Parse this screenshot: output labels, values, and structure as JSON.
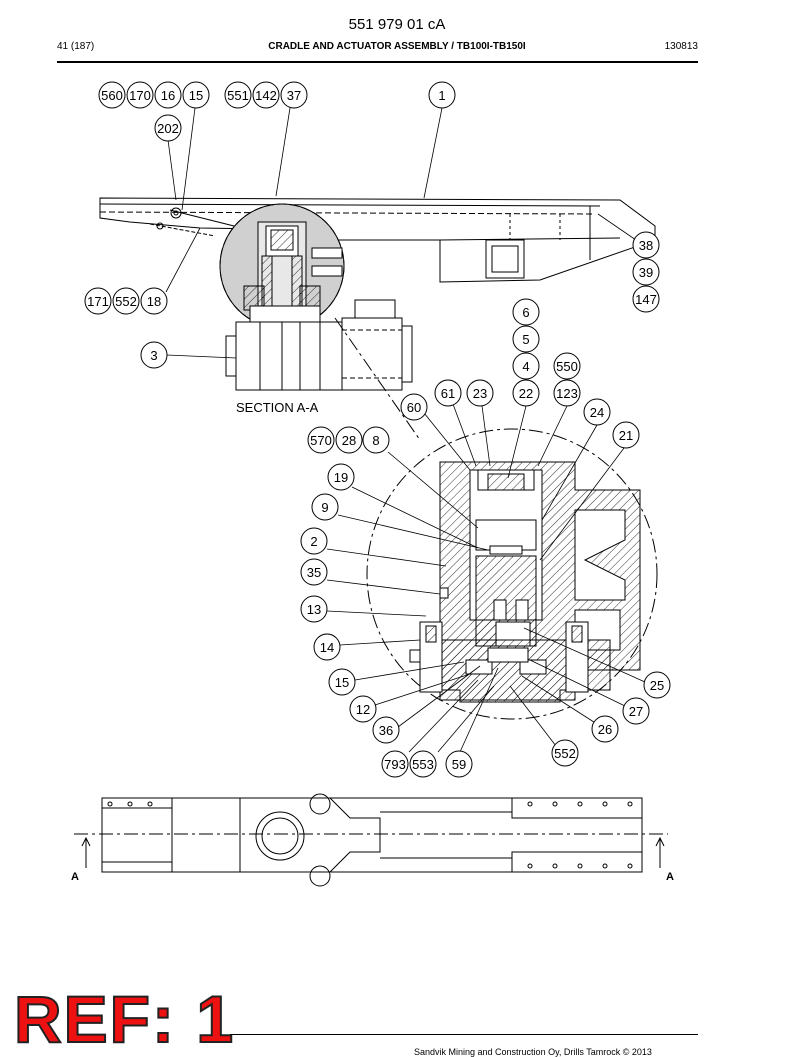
{
  "header": {
    "document_number": "551 979 01 cA",
    "page": "41 (187)",
    "title": "CRADLE AND ACTUATOR ASSEMBLY / TB100I-TB150I",
    "date": "130813"
  },
  "section_label": "SECTION A-A",
  "section_markers": [
    "A",
    "A"
  ],
  "part_callouts": [
    "560",
    "170",
    "16",
    "15",
    "551",
    "142",
    "37",
    "1",
    "202",
    "38",
    "39",
    "147",
    "171",
    "552",
    "18",
    "6",
    "5",
    "4",
    "22",
    "550",
    "23",
    "61",
    "123",
    "3",
    "60",
    "24",
    "21",
    "570",
    "28",
    "8",
    "19",
    "9",
    "2",
    "35",
    "13",
    "14",
    "15",
    "25",
    "12",
    "27",
    "36",
    "26",
    "552",
    "793",
    "553",
    "59"
  ],
  "watermark": "REF: 1",
  "footer": "Sandvik Mining and Construction Oy, Drills Tamrock © 2013"
}
